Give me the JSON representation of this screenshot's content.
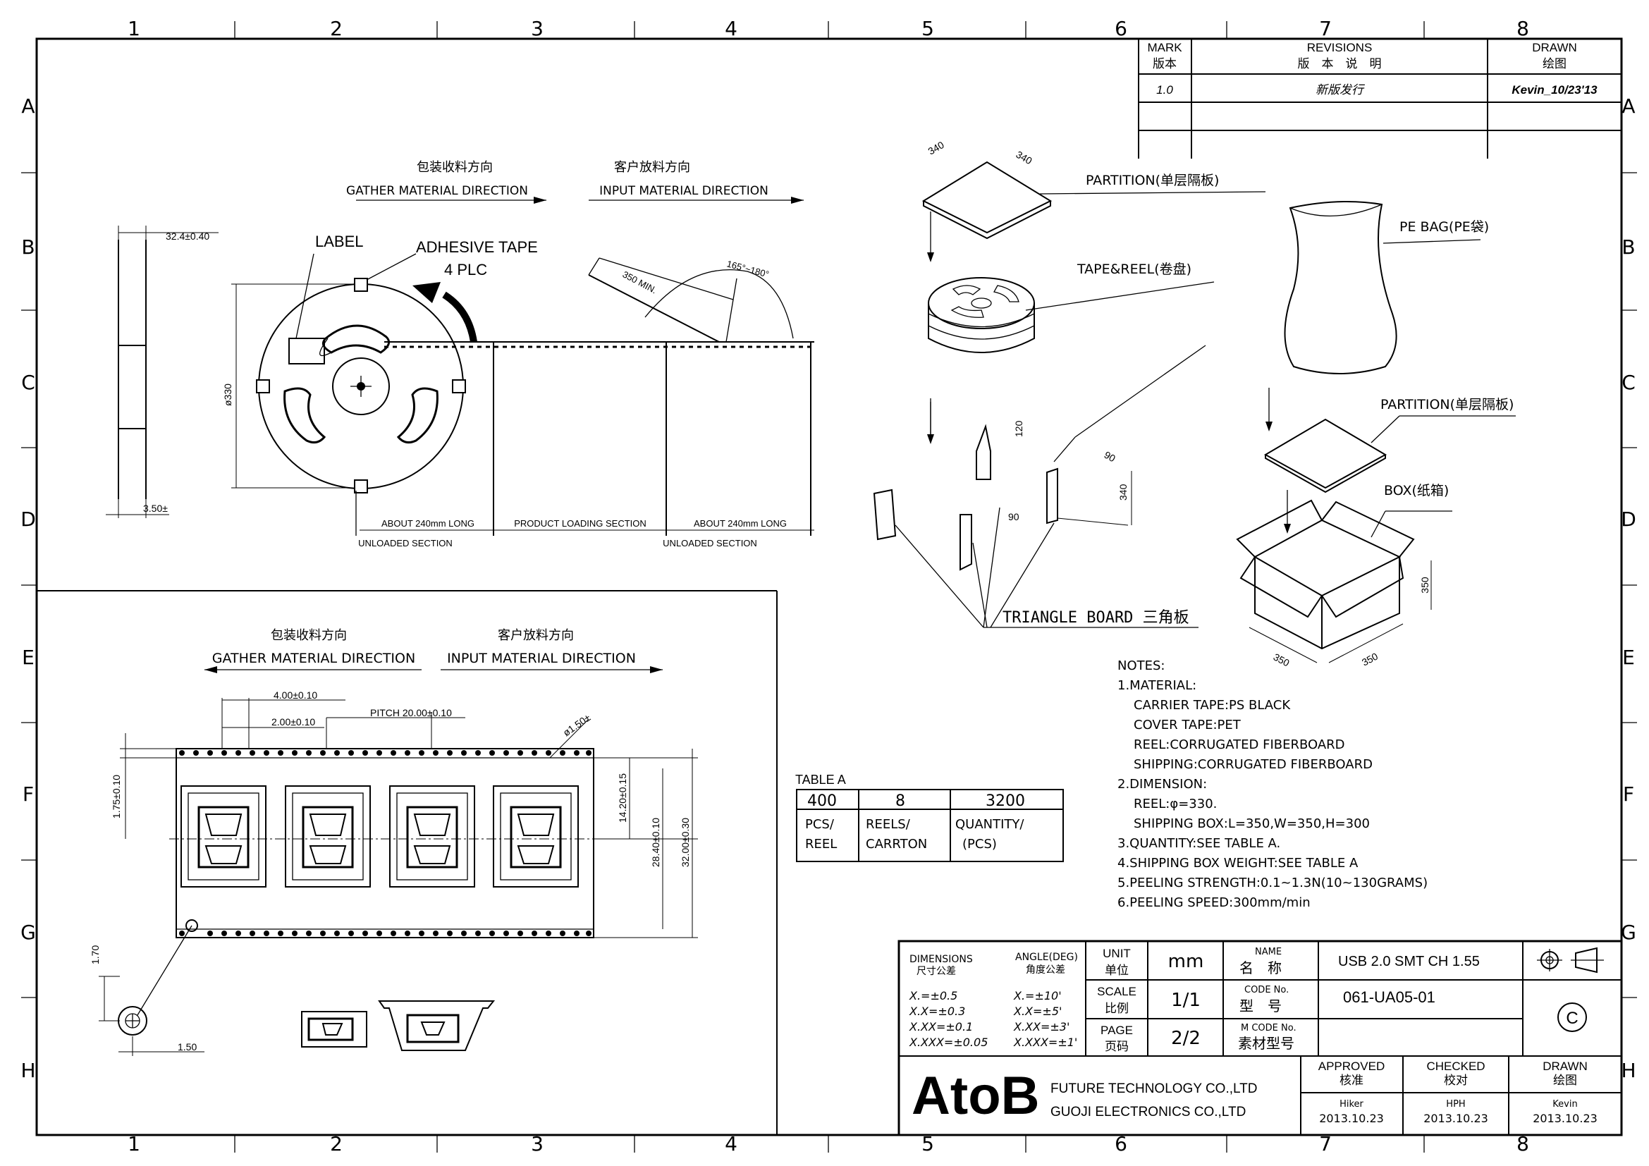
{
  "border": {
    "cols": [
      "1",
      "2",
      "3",
      "4",
      "5",
      "6",
      "7",
      "8"
    ],
    "rows": [
      "A",
      "B",
      "C",
      "D",
      "E",
      "F",
      "G",
      "H"
    ]
  },
  "revisions": {
    "mark_en": "MARK",
    "mark_cn": "版本",
    "rev_en": "REVISIONS",
    "rev_cn": "版　本　说　明",
    "drawn_en": "DRAWN",
    "drawn_cn": "绘图",
    "version": "1.0",
    "description": "新版发行",
    "drawn_by": "Kevin_10/23'13"
  },
  "reel": {
    "gather_cn": "包装收料方向",
    "gather_en": "GATHER MATERIAL DIRECTION",
    "input_cn": "客户放料方向",
    "input_en": "INPUT MATERIAL DIRECTION",
    "label": "LABEL",
    "adhesive": "ADHESIVE TAPE",
    "plc": "4 PLC",
    "dim_width": "32.4±0.40",
    "dim_hub": "3.50±",
    "dim_dia": "ø330",
    "peel_len": "350 MIN.",
    "peel_angle": "165°~180°",
    "sec1": "ABOUT 240mm LONG",
    "sec2": "PRODUCT LOADING SECTION",
    "sec3": "ABOUT 240mm LONG",
    "unloaded1": "UNLOADED SECTION",
    "unloaded2": "UNLOADED SECTION"
  },
  "packing": {
    "partition1": "PARTITION(单层隔板)",
    "tape_reel": "TAPE&REEL(卷盘)",
    "pe_bag": "PE BAG(PE袋)",
    "partition2": "PARTITION(单层隔板)",
    "box": "BOX(纸箱)",
    "triangle": "TRIANGLE BOARD 三角板",
    "d340a": "340",
    "d340b": "340",
    "d120": "120",
    "d90a": "90",
    "d90b": "90",
    "d340c": "340",
    "d350a": "350",
    "d350b": "350",
    "d350c": "350"
  },
  "tape": {
    "gather_cn": "包装收料方向",
    "gather_en": "GATHER MATERIAL DIRECTION",
    "input_cn": "客户放料方向",
    "input_en": "INPUT MATERIAL DIRECTION",
    "d_400": "4.00±0.10",
    "d_200": "2.00±0.10",
    "pitch": "PITCH 20.00±0.10",
    "hole": "ø1.50±",
    "d_175": "1.75±0.10",
    "d_1420": "14.20±0.15",
    "d_2840": "28.40±0.10",
    "d_3200": "32.00±0.30",
    "d_170": "1.70",
    "d_150": "1.50"
  },
  "table_a": {
    "title": "TABLE A",
    "values": [
      "400",
      "8",
      "3200"
    ],
    "units": [
      [
        "PCS/",
        "REEL"
      ],
      [
        "REELS/",
        "CARRTON"
      ],
      [
        "QUANTITY/",
        "(PCS)"
      ]
    ]
  },
  "notes": [
    "NOTES:",
    "1.MATERIAL:",
    "CARRIER TAPE:PS BLACK",
    "COVER TAPE:PET",
    "REEL:CORRUGATED FIBERBOARD",
    "SHIPPING:CORRUGATED FIBERBOARD",
    "2.DIMENSION:",
    "REEL:φ=330.",
    "SHIPPING BOX:L=350,W=350,H=300",
    "3.QUANTITY:SEE TABLE A.",
    "4.SHIPPING BOX WEIGHT:SEE TABLE A",
    "5.PEELING STRENGTH:0.1~1.3N(10~130GRAMS)",
    "6.PEELING SPEED:300mm/min"
  ],
  "title_block": {
    "dims_en": "DIMENSIONS",
    "dims_cn": "尺寸公差",
    "angle_en": "ANGLE(DEG)",
    "angle_cn": "角度公差",
    "tol": [
      "X.=±0.5",
      "X.X=±0.3",
      "X.XX=±0.1",
      "X.XXX=±0.05"
    ],
    "ang": [
      "X.=±10'",
      "X.X=±5'",
      "X.XX=±3'",
      "X.XXX=±1'"
    ],
    "unit_en": "UNIT",
    "unit_cn": "单位",
    "unit_val": "mm",
    "scale_en": "SCALE",
    "scale_cn": "比例",
    "scale_val": "1/1",
    "page_en": "PAGE",
    "page_cn": "页码",
    "page_val": "2/2",
    "name_en": "NAME",
    "name_cn": "名　称",
    "name_val": "USB 2.0 SMT CH 1.55",
    "code_en": "CODE No.",
    "code_cn": "型　号",
    "code_val": "061-UA05-01",
    "mcode_en": "M CODE No.",
    "mcode_cn": "素材型号",
    "logo": "AtoB",
    "company1": "FUTURE TECHNOLOGY CO.,LTD",
    "company2": "GUOJI ELECTRONICS CO.,LTD",
    "approved_en": "APPROVED",
    "approved_cn": "核准",
    "approved_by": "Hiker",
    "approved_date": "2013.10.23",
    "checked_en": "CHECKED",
    "checked_cn": "校对",
    "checked_by": "HPH",
    "checked_date": "2013.10.23",
    "drawn_en": "DRAWN",
    "drawn_cn": "绘图",
    "drawn_by": "Kevin",
    "drawn_date": "2013.10.23",
    "copyright": "C"
  }
}
